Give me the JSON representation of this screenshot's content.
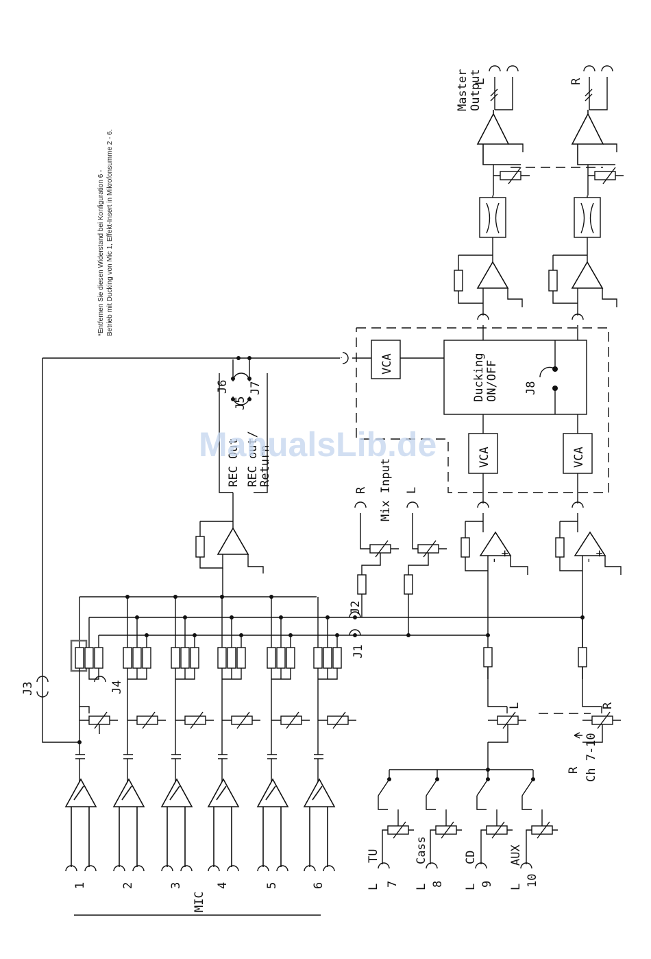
{
  "note": {
    "line1": "*Entfernen Sie diesen Widerstand bei Konfiguration 6 -",
    "line2": "Betrieb mit Ducking von Mic 1, Effekt-Insert in Mikrofonsumme 2 - 6."
  },
  "watermark": "ManualsLib.de",
  "output": {
    "label_line1": "Master",
    "label_line2": "Output",
    "left": "L",
    "right": "R"
  },
  "blocks": {
    "vca": "VCA",
    "ducking_line1": "Ducking",
    "ducking_line2": "ON/OFF",
    "j8": "J8"
  },
  "rec": {
    "out": "REC Out",
    "return_line1": "REC out/",
    "return_line2": "Return"
  },
  "jumpers": {
    "j1": "J1",
    "j2": "J2",
    "j3": "J3",
    "j4": "J4",
    "j5": "J5",
    "j6": "J6",
    "j7": "J7"
  },
  "mix_input": {
    "label": "Mix Input",
    "right": "R",
    "left": "L"
  },
  "sum": {
    "left": "L",
    "right": "R",
    "ch_r": "R",
    "ch_label": "Ch 7-10"
  },
  "opamp": {
    "minus": "-",
    "plus": "+"
  },
  "mic": {
    "label": "MIC",
    "channels": [
      "1",
      "2",
      "3",
      "4",
      "5",
      "6"
    ]
  },
  "line_inputs": [
    {
      "name": "TU",
      "num": "7",
      "side": "L"
    },
    {
      "name": "Cass",
      "num": "8",
      "side": "L"
    },
    {
      "name": "CD",
      "num": "9",
      "side": "L"
    },
    {
      "name": "AUX",
      "num": "10",
      "side": "L"
    }
  ]
}
